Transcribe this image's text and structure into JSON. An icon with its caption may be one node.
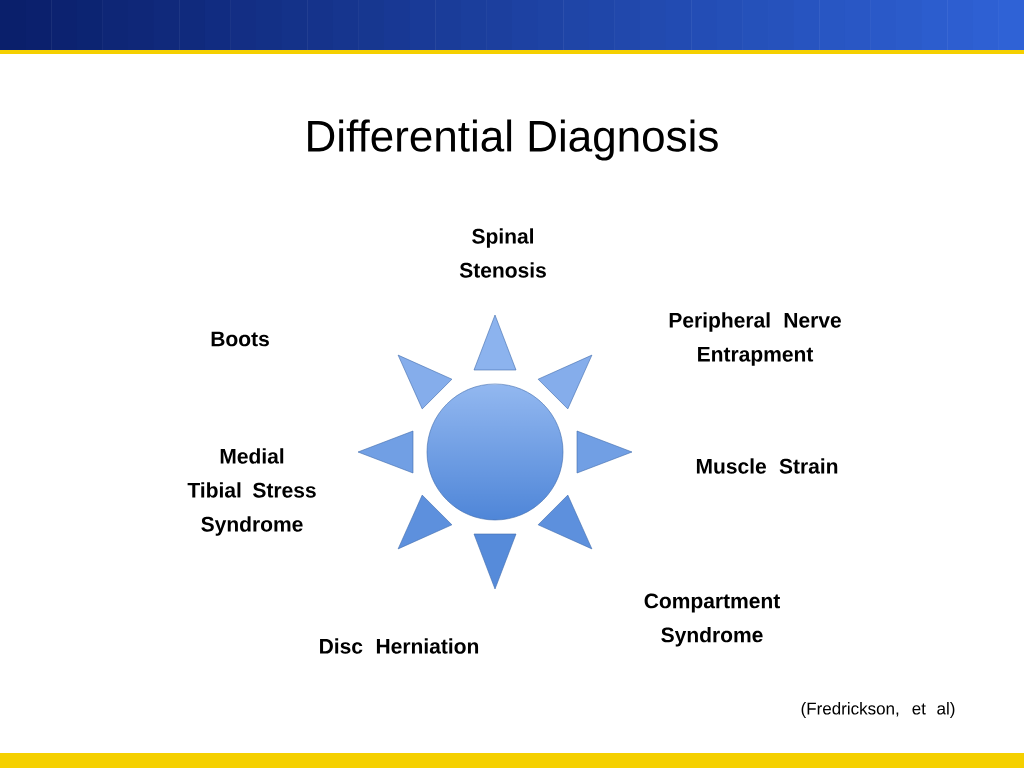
{
  "diagram": {
    "title": "Differential Diagnosis",
    "labels": [
      "Spinal Stenosis",
      "Boots",
      "Peripheral Nerve Entrapment",
      "Medial Tibial Stress Syndrome",
      "Muscle Strain",
      "Compartment Syndrome",
      "Disc Herniation",
      "(Fredrickson, et al)"
    ]
  }
}
